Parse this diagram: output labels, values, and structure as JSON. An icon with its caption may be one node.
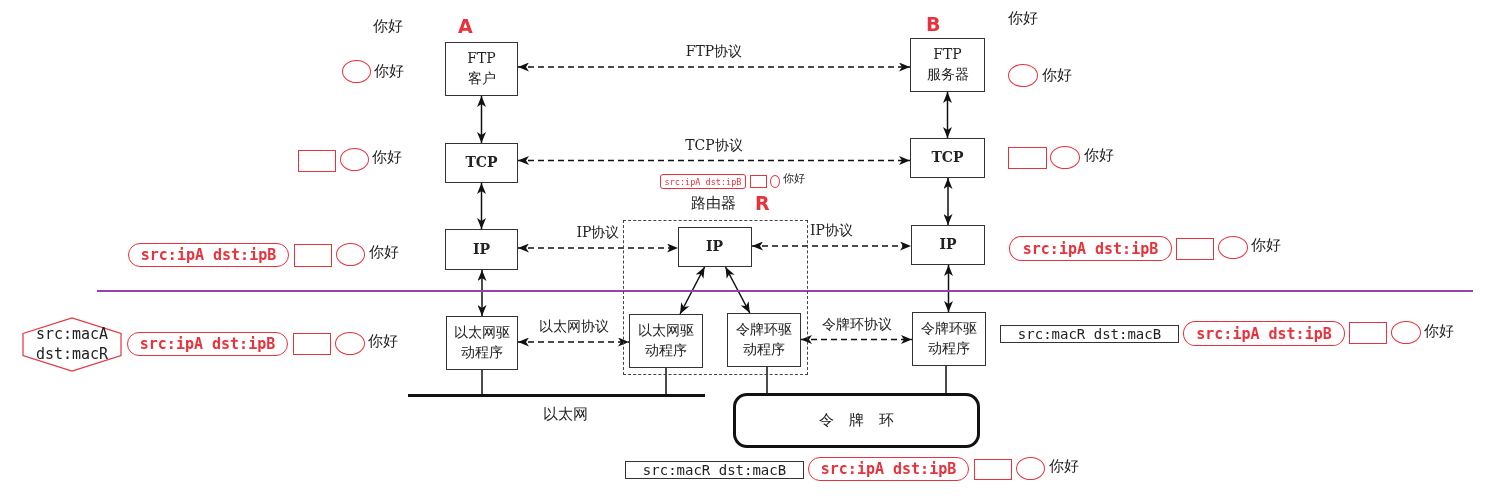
{
  "diagram": {
    "nodes": [
      {
        "text": [
          "FTP 客户"
        ],
        "beside": [
          "A"
        ]
      },
      {
        "text": [
          "TCP"
        ]
      },
      {
        "text": [
          "IP"
        ]
      },
      {
        "text": [
          "以太网驱动程序"
        ]
      },
      {
        "text": [
          "路由器"
        ],
        "beside": [
          "R"
        ]
      },
      {
        "text": [
          "IP"
        ],
        "in": 4
      },
      {
        "text": [
          "以太网驱动程序"
        ],
        "in": 4
      },
      {
        "text": [
          "令牌环驱动程序"
        ],
        "in": 4
      },
      {
        "text": [
          "FTP 服务器"
        ],
        "beside": [
          "B"
        ]
      },
      {
        "text": [
          "TCP"
        ]
      },
      {
        "text": [
          "IP"
        ]
      },
      {
        "text": [
          "令牌环驱动程序"
        ]
      },
      {
        "text": [
          "以太网"
        ]
      },
      {
        "text": [
          "令牌环"
        ]
      },
      {
        "text": [
          "src:ipA dst:ipB"
        ]
      },
      {
        "text": [
          "src:ipA dst:ipB"
        ]
      },
      {
        "text": [
          "src:ipA dst:ipB"
        ]
      },
      {
        "text": [
          "src:macA dst:macR"
        ]
      },
      {
        "text": [
          "src:ipA dst:ipB"
        ]
      },
      {
        "text": [
          "src:macR dst:macB"
        ]
      },
      {
        "text": [
          "src:ipA dst:ipB"
        ]
      },
      {
        "text": [
          "src:macR dst:macB"
        ]
      },
      {
        "text": [
          "src:ipA dst:ipB"
        ]
      }
    ],
    "edges": [
      {
        "from": 0,
        "to": 1,
        "arrow": "both"
      },
      {
        "from": 1,
        "to": 2,
        "arrow": "both"
      },
      {
        "from": 2,
        "to": 3,
        "arrow": "both"
      },
      {
        "from": 8,
        "to": 9,
        "arrow": "both"
      },
      {
        "from": 9,
        "to": 10,
        "arrow": "both"
      },
      {
        "from": 10,
        "to": 11,
        "arrow": "both"
      },
      {
        "from": 5,
        "to": 6,
        "arrow": "both"
      },
      {
        "from": 5,
        "to": 7,
        "arrow": "both"
      },
      {
        "from": 0,
        "to": 8,
        "arrow": "both",
        "label": "FTP协议",
        "style": "dashed"
      },
      {
        "from": 1,
        "to": 9,
        "arrow": "both",
        "label": "TCP协议",
        "style": "dashed"
      },
      {
        "from": 2,
        "to": 5,
        "arrow": "both",
        "label": "IP协议",
        "style": "dashed"
      },
      {
        "from": 5,
        "to": 10,
        "arrow": "both",
        "label": "IP协议",
        "style": "dashed"
      },
      {
        "from": 3,
        "to": 6,
        "arrow": "both",
        "label": "以太网协议",
        "style": "dashed"
      },
      {
        "from": 7,
        "to": 11,
        "arrow": "both",
        "label": "令牌环协议",
        "style": "dashed"
      },
      {
        "from": 3,
        "to": 12,
        "arrow": "none"
      },
      {
        "from": 6,
        "to": 12,
        "arrow": "none"
      },
      {
        "from": 7,
        "to": 13,
        "arrow": "none"
      },
      {
        "from": 11,
        "to": 13,
        "arrow": "none"
      }
    ],
    "labels": [
      "你好",
      "你好",
      "你好",
      "你好",
      "你好",
      "你好",
      "你好",
      "你好",
      "你好",
      "你好",
      "你好",
      "你好"
    ]
  }
}
